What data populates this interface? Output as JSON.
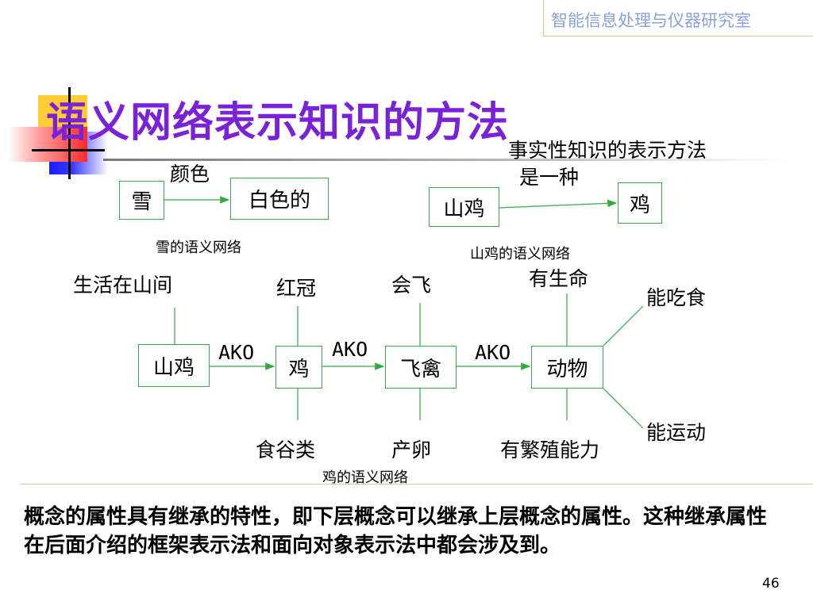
{
  "header": {
    "lab_name": "智能信息处理与仪器研究室"
  },
  "title": "语义网络表示知识的方法",
  "colors": {
    "title": "#7a22d8",
    "node_border": "#33aa44",
    "edge": "#33aa44",
    "header_text": "#8aa2dc",
    "accent_line": "#d6c98a"
  },
  "snow_network": {
    "node_snow": "雪",
    "node_white": "白色的",
    "edge_label": "颜色",
    "caption": "雪的语义网络"
  },
  "pheasant_network": {
    "node_pheasant": "山鸡",
    "node_chicken": "鸡",
    "edge_label_line1": "事实性知识的表示方法",
    "edge_label_line2": "是一种",
    "caption": "山鸡的语义网络"
  },
  "chicken_network": {
    "nodes": {
      "pheasant": "山鸡",
      "chicken": "鸡",
      "fowl": "飞禽",
      "animal": "动物"
    },
    "ako_1": "AKO",
    "ako_2": "AKO",
    "ako_3": "AKO",
    "attributes": {
      "lives_in_mountains": "生活在山间",
      "red_crest": "红冠",
      "can_fly": "会飞",
      "alive": "有生命",
      "can_eat": "能吃食",
      "eats_grain": "食谷类",
      "lays_eggs": "产卵",
      "reproduces": "有繁殖能力",
      "can_move": "能运动"
    },
    "caption": "鸡的语义网络"
  },
  "paragraph": "概念的属性具有继承的特性，即下层概念可以继承上层概念的属性。这种继承属性在后面介绍的框架表示法和面向对象表示法中都会涉及到。",
  "page_number": "46"
}
